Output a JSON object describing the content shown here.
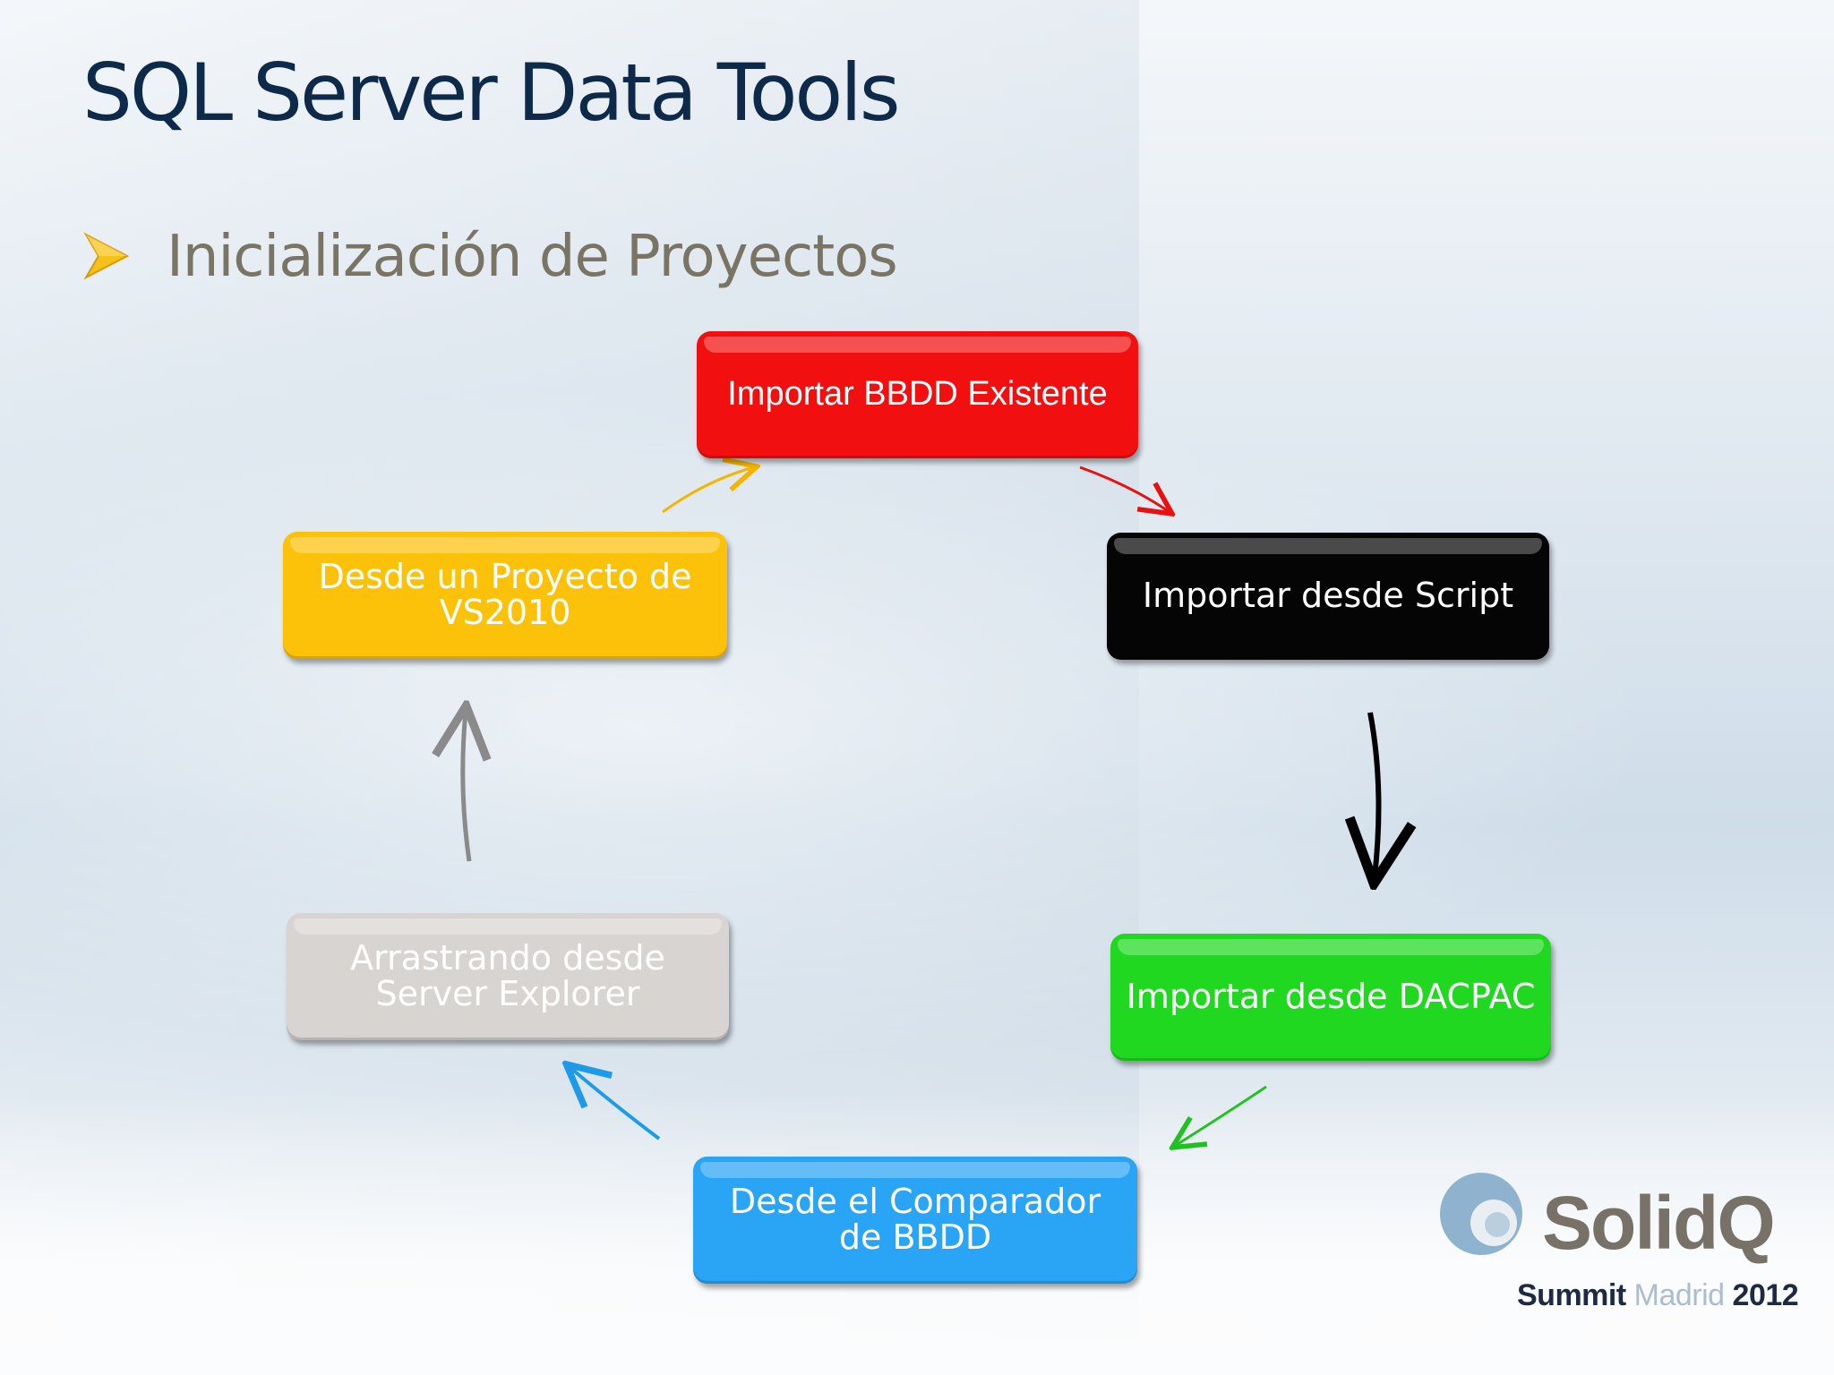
{
  "slide": {
    "title": "SQL Server Data Tools",
    "bullet": "Inicialización de Proyectos"
  },
  "diagram": {
    "nodes": [
      {
        "id": "import-existing",
        "label": "Importar BBDD Existente",
        "color": "#f20f0f"
      },
      {
        "id": "import-script",
        "label": "Importar desde Script",
        "color": "#050505"
      },
      {
        "id": "import-dacpac",
        "label": "Importar desde DACPAC",
        "color": "#1fd81f"
      },
      {
        "id": "schema-compare",
        "label": "Desde el Comparador de BBDD",
        "color": "#2aa4f4"
      },
      {
        "id": "server-explorer",
        "label": "Arrastrando desde Server Explorer",
        "color": "#d8d4d2"
      },
      {
        "id": "vs2010-project",
        "label": "Desde un Proyecto de VS2010",
        "color": "#fcc20a"
      }
    ],
    "edges": [
      {
        "from": "vs2010-project",
        "to": "import-existing",
        "color": "#f4b400"
      },
      {
        "from": "import-existing",
        "to": "import-script",
        "color": "#e81010"
      },
      {
        "from": "import-script",
        "to": "import-dacpac",
        "color": "#000000"
      },
      {
        "from": "import-dacpac",
        "to": "schema-compare",
        "color": "#22c122"
      },
      {
        "from": "schema-compare",
        "to": "server-explorer",
        "color": "#1e9be8"
      },
      {
        "from": "server-explorer",
        "to": "vs2010-project",
        "color": "#8a8a8a"
      }
    ]
  },
  "branding": {
    "logo_text": "SolidQ",
    "event_word1": "Summit",
    "event_word2": "Madrid",
    "event_word3": "2012"
  }
}
